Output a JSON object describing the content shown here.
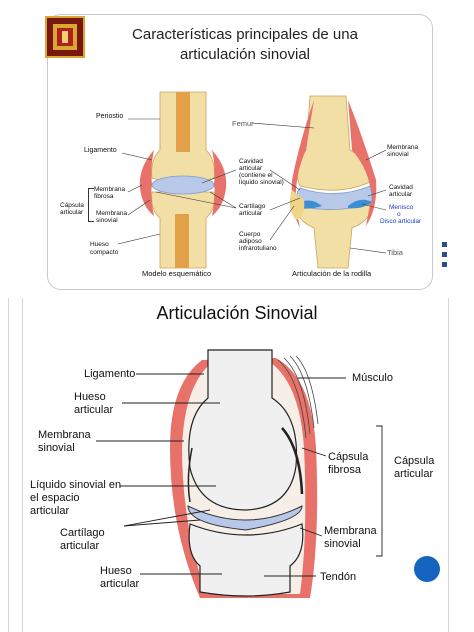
{
  "slide1": {
    "title_line1": "Características principales de una",
    "title_line2": "articulación sinovial",
    "labels": {
      "periostio": "Periostio",
      "ligamento": "Ligamento",
      "membrana_fibrosa_1": "Membrana",
      "membrana_fibrosa_2": "fibrosa",
      "capsula_1": "Cápsula",
      "capsula_2": "articular",
      "membrana_sinovial_1": "Membrana",
      "membrana_sinovial_2": "sinovial",
      "hueso_1": "Hueso",
      "hueso_2": "compacto",
      "cavidad_1": "Cavidad",
      "cavidad_2": "articular",
      "cavidad_3": "(contiene el",
      "cavidad_4": "líquido sinovial)",
      "cartilago_1": "Cartílago",
      "cartilago_2": "articular",
      "cuerpo_1": "Cuerpo",
      "cuerpo_2": "adiposo",
      "cuerpo_3": "infrarotuliano",
      "femur": "Femur",
      "membrana_sin_r1": "Membrana",
      "membrana_sin_r2": "sinovial",
      "cavidad_r1": "Cavidad",
      "cavidad_r2": "articular",
      "menisco_1": "Menisco",
      "menisco_2": "o",
      "menisco_3": "Disco articular",
      "tibia": "Tibia",
      "caption_left": "Modelo esquemático",
      "caption_right": "Articulación de la rodilla"
    }
  },
  "slide2": {
    "title": "Articulación Sinovial",
    "labels": {
      "ligamento": "Ligamento",
      "hueso_articular_top_1": "Hueso",
      "hueso_articular_top_2": "articular",
      "membrana_sinovial_l1": "Membrana",
      "membrana_sinovial_l2": "sinovial",
      "liquido_1": "Líquido sinovial en",
      "liquido_2": "el espacio",
      "liquido_3": "articular",
      "cartilago_1": "Cartílago",
      "cartilago_2": "articular",
      "hueso_articular_bottom_1": "Hueso",
      "hueso_articular_bottom_2": "articular",
      "musculo": "Músculo",
      "capsula_fibrosa_1": "Cápsula",
      "capsula_fibrosa_2": "fibrosa",
      "capsula_articular_1": "Cápsula",
      "capsula_articular_2": "articular",
      "membrana_sinovial_r1": "Membrana",
      "membrana_sinovial_r2": "sinovial",
      "tendon": "Tendón"
    }
  },
  "colors": {
    "capsule": "#e8726a",
    "cartilage": "#b8c8e8",
    "bone": "#f2dfa6",
    "marrow": "#e2a048",
    "accent_blue": "#1565c0",
    "logo_red": "#b0201c",
    "logo_gold": "#d8a830"
  }
}
